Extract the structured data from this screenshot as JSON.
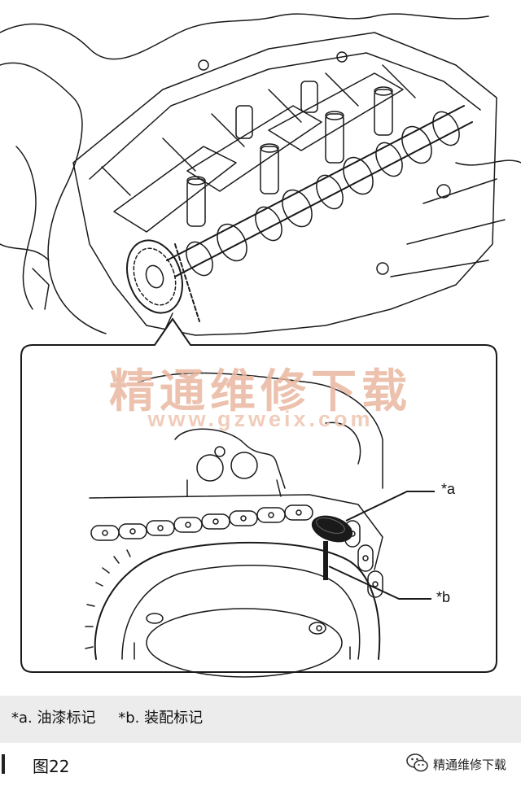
{
  "watermark": {
    "text_cn": "精通维修下载",
    "url": "www.gzweix.com"
  },
  "callouts": {
    "a": "*a",
    "b": "*b"
  },
  "legend": {
    "a": "*a. 油漆标记",
    "b": "*b. 装配标记"
  },
  "caption": "图22",
  "account": {
    "name": "精通维修下载",
    "icon": "wechat-icon"
  }
}
